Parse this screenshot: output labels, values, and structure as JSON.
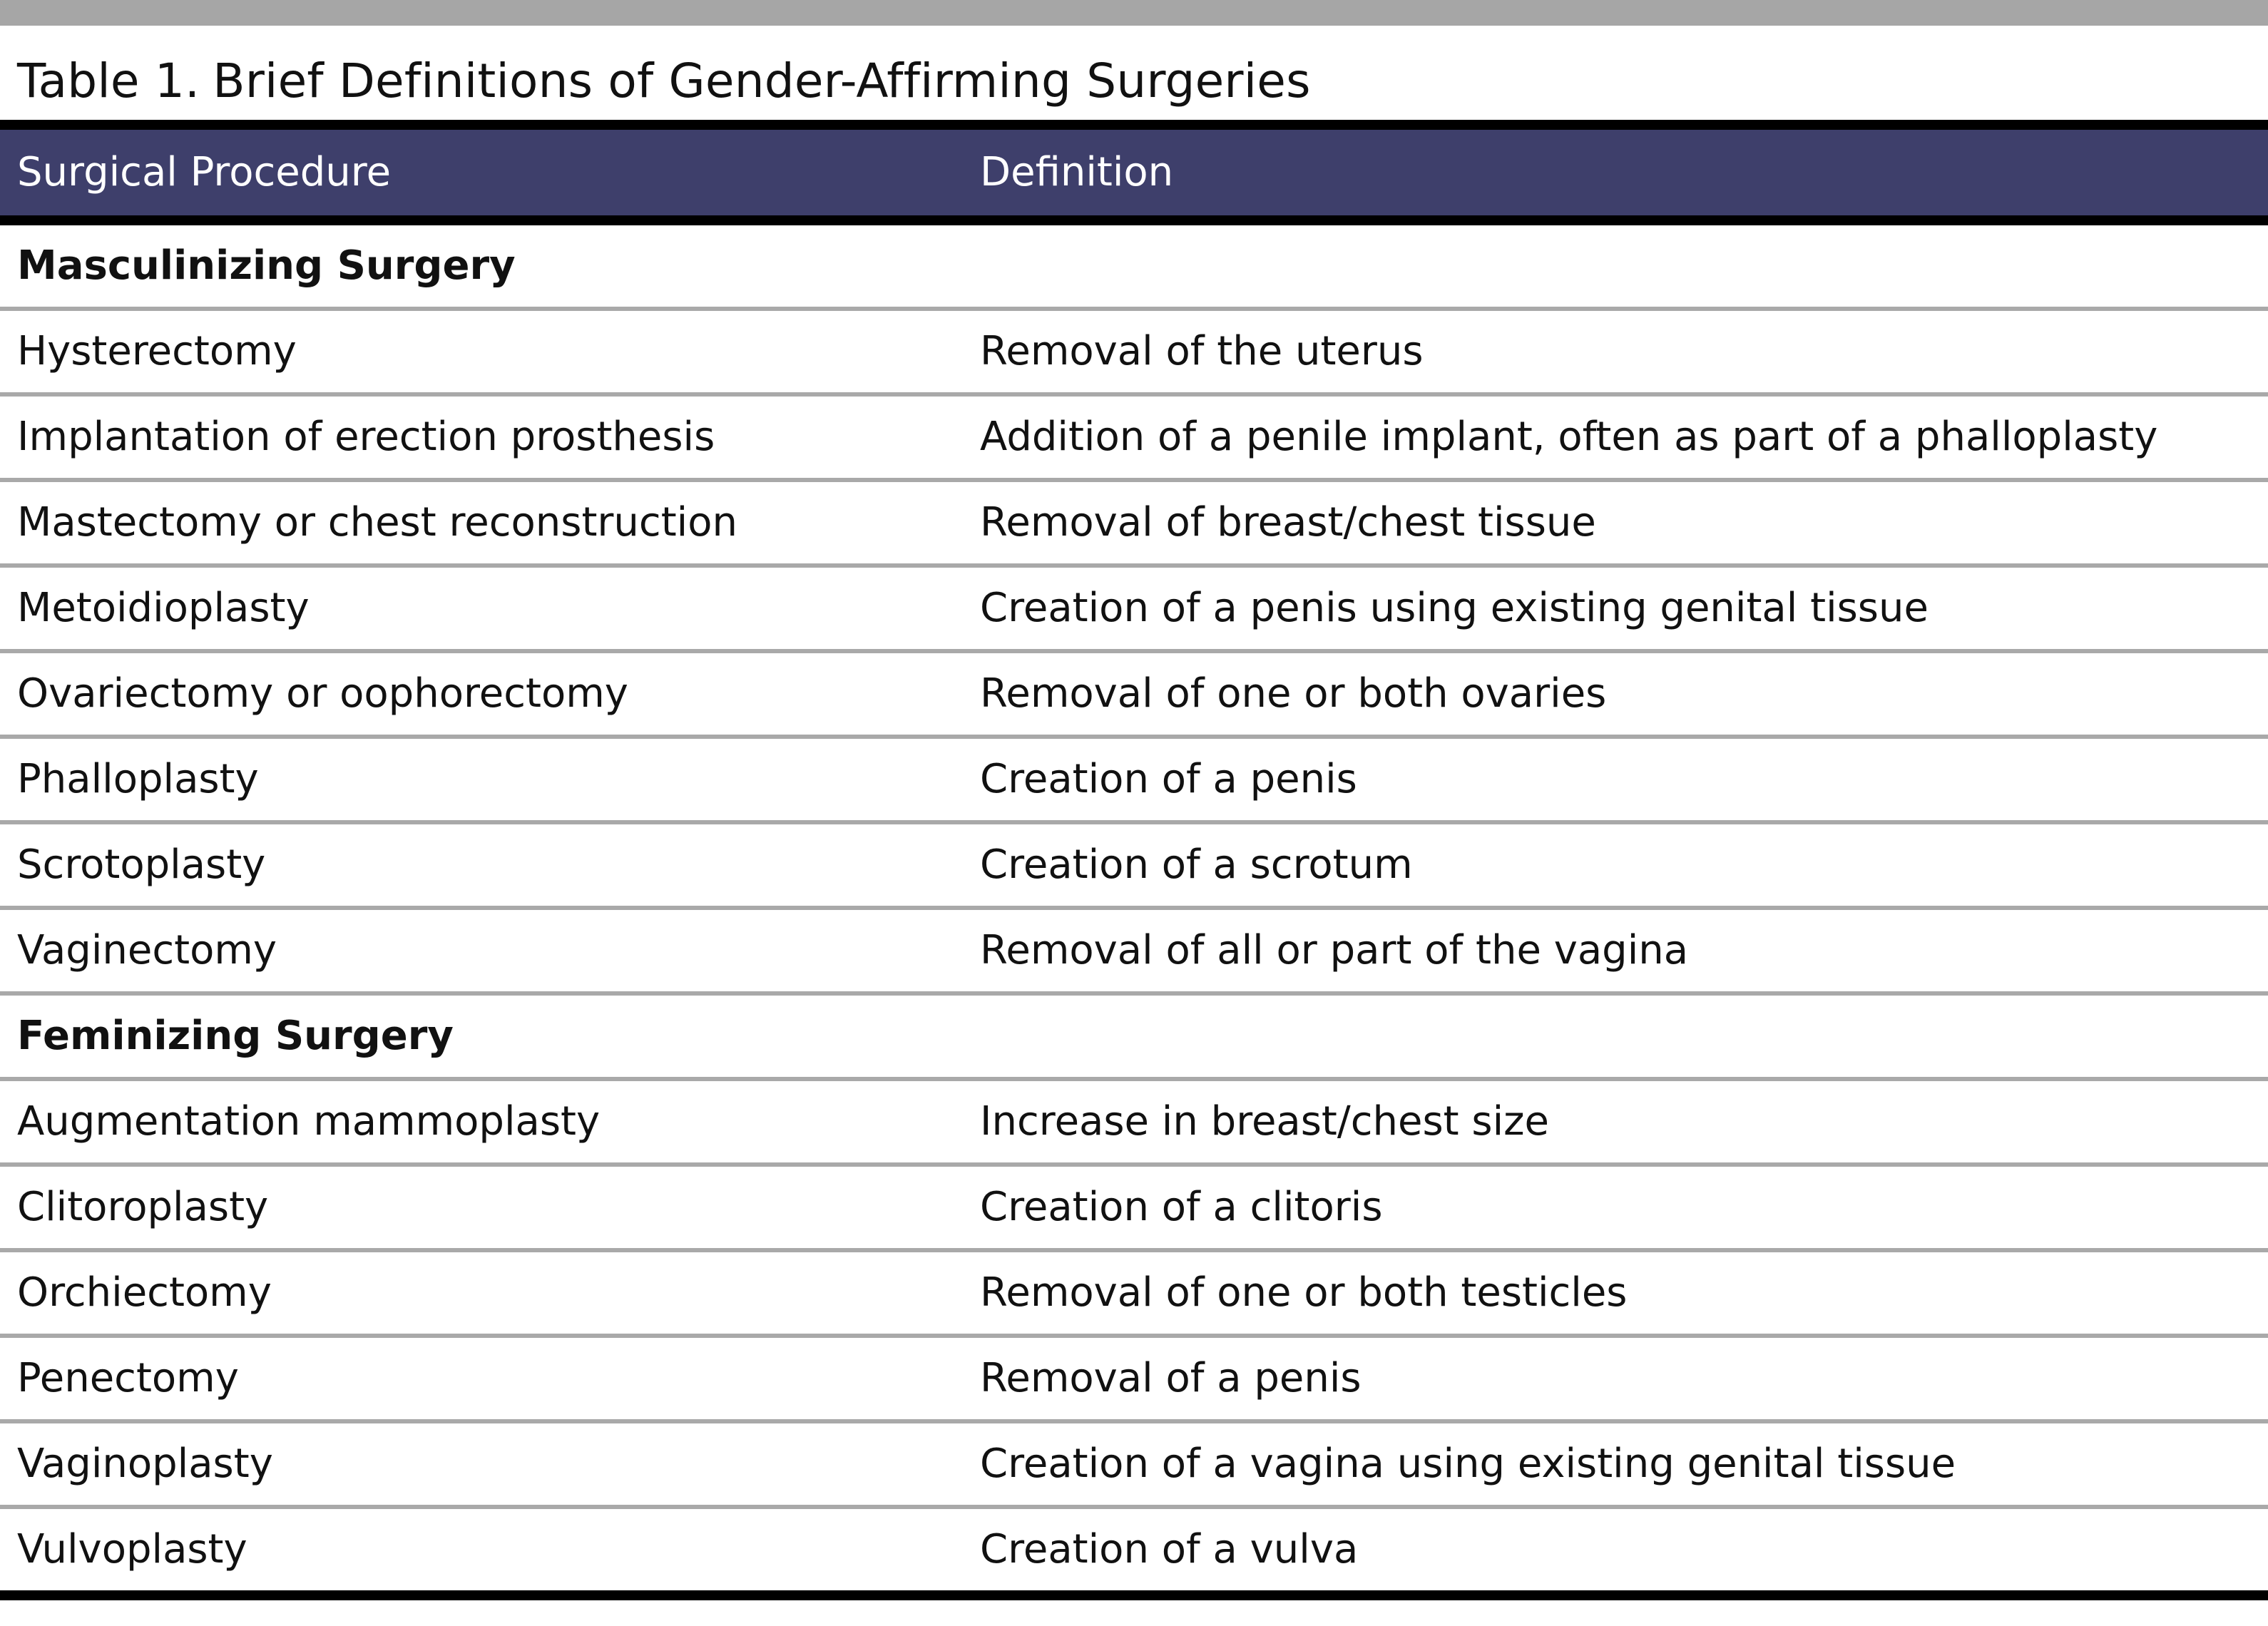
{
  "table": {
    "title_label": "Table 1.",
    "title_text": "Brief Definitions of Gender-Affirming Surgeries",
    "headers": {
      "procedure": "Surgical Procedure",
      "definition": "Definition"
    },
    "colors": {
      "header_bg": "#3e3f6b",
      "top_bar": "#a6a6a6",
      "row_divider": "#a9a9a9"
    },
    "sections": [
      {
        "name": "Masculinizing Surgery",
        "rows": [
          {
            "procedure": "Hysterectomy",
            "definition": "Removal of the uterus"
          },
          {
            "procedure": "Implantation of erection prosthesis",
            "definition": "Addition of a penile implant, often as part of a phalloplasty"
          },
          {
            "procedure": "Mastectomy or chest reconstruction",
            "definition": "Removal of breast/chest tissue"
          },
          {
            "procedure": "Metoidioplasty",
            "definition": "Creation of a penis using existing genital tissue"
          },
          {
            "procedure": "Ovariectomy or oophorectomy",
            "definition": "Removal of one or both ovaries"
          },
          {
            "procedure": "Phalloplasty",
            "definition": "Creation of a penis"
          },
          {
            "procedure": "Scrotoplasty",
            "definition": "Creation of a scrotum"
          },
          {
            "procedure": "Vaginectomy",
            "definition": "Removal of all or part of the vagina"
          }
        ]
      },
      {
        "name": "Feminizing Surgery",
        "rows": [
          {
            "procedure": "Augmentation mammoplasty",
            "definition": "Increase in breast/chest size"
          },
          {
            "procedure": "Clitoroplasty",
            "definition": "Creation of a clitoris"
          },
          {
            "procedure": "Orchiectomy",
            "definition": "Removal of one or both testicles"
          },
          {
            "procedure": "Penectomy",
            "definition": "Removal of a penis"
          },
          {
            "procedure": "Vaginoplasty",
            "definition": "Creation of a vagina using existing genital tissue"
          },
          {
            "procedure": "Vulvoplasty",
            "definition": "Creation of a vulva"
          }
        ]
      }
    ]
  }
}
